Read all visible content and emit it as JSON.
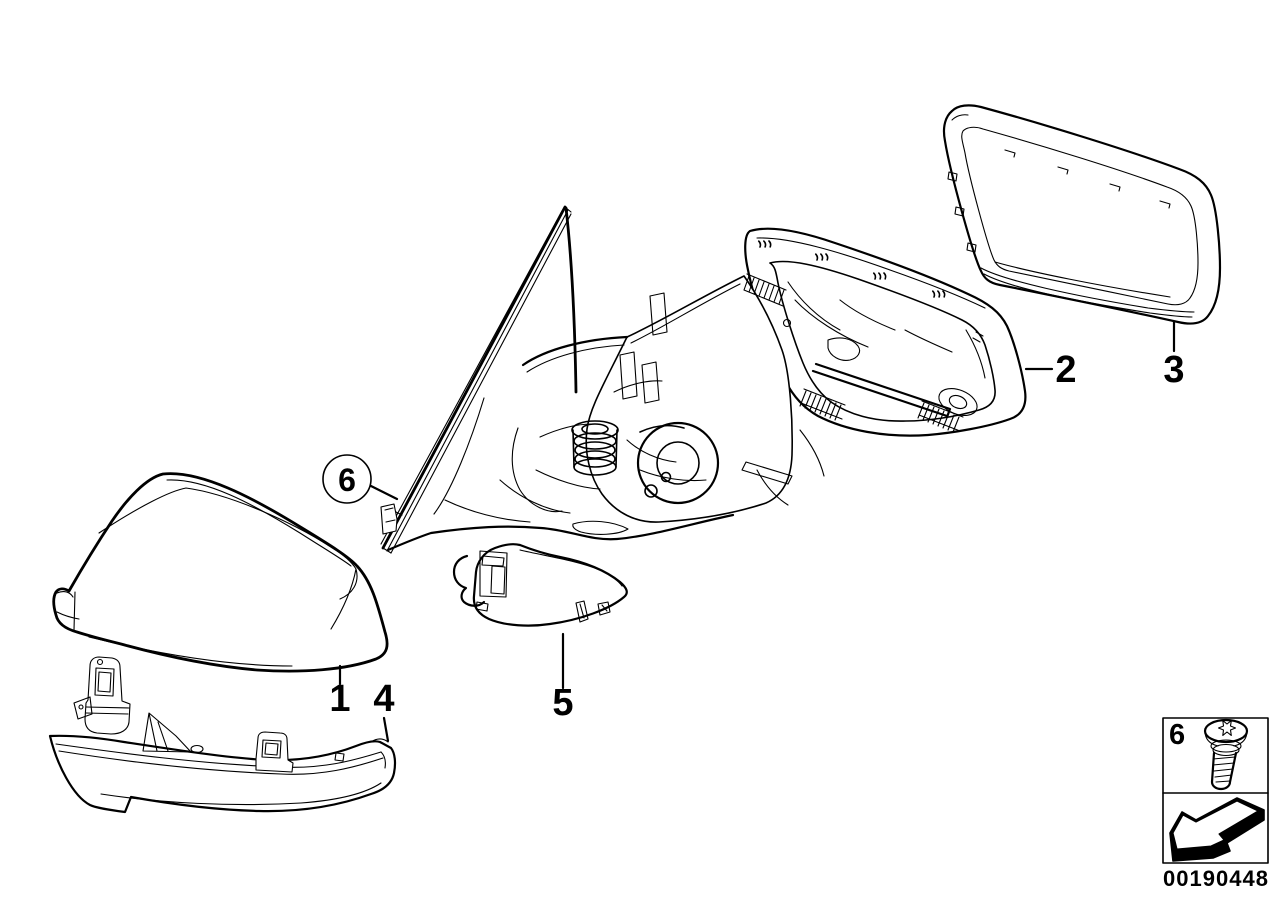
{
  "page": {
    "background": "#ffffff",
    "line_color": "#000000"
  },
  "diagram": {
    "type": "exploded-parts-drawing",
    "subject": "exterior-mirror-assembly"
  },
  "callouts": {
    "c1": {
      "text": "1",
      "target": "mirror-cap"
    },
    "c2": {
      "text": "2",
      "target": "mirror-housing"
    },
    "c3": {
      "text": "3",
      "target": "mirror-frame-ring"
    },
    "c4": {
      "text": "4",
      "target": "lower-trim-strip"
    },
    "c5": {
      "text": "5",
      "target": "cover-bracket"
    },
    "c6": {
      "text": "6",
      "target": "fixing-screw",
      "style": "circled"
    }
  },
  "legend": {
    "item_number": "6",
    "item_icon": "torx-screw-icon",
    "direction_icon": "direction-arrow-icon"
  },
  "document_number": "00190448"
}
